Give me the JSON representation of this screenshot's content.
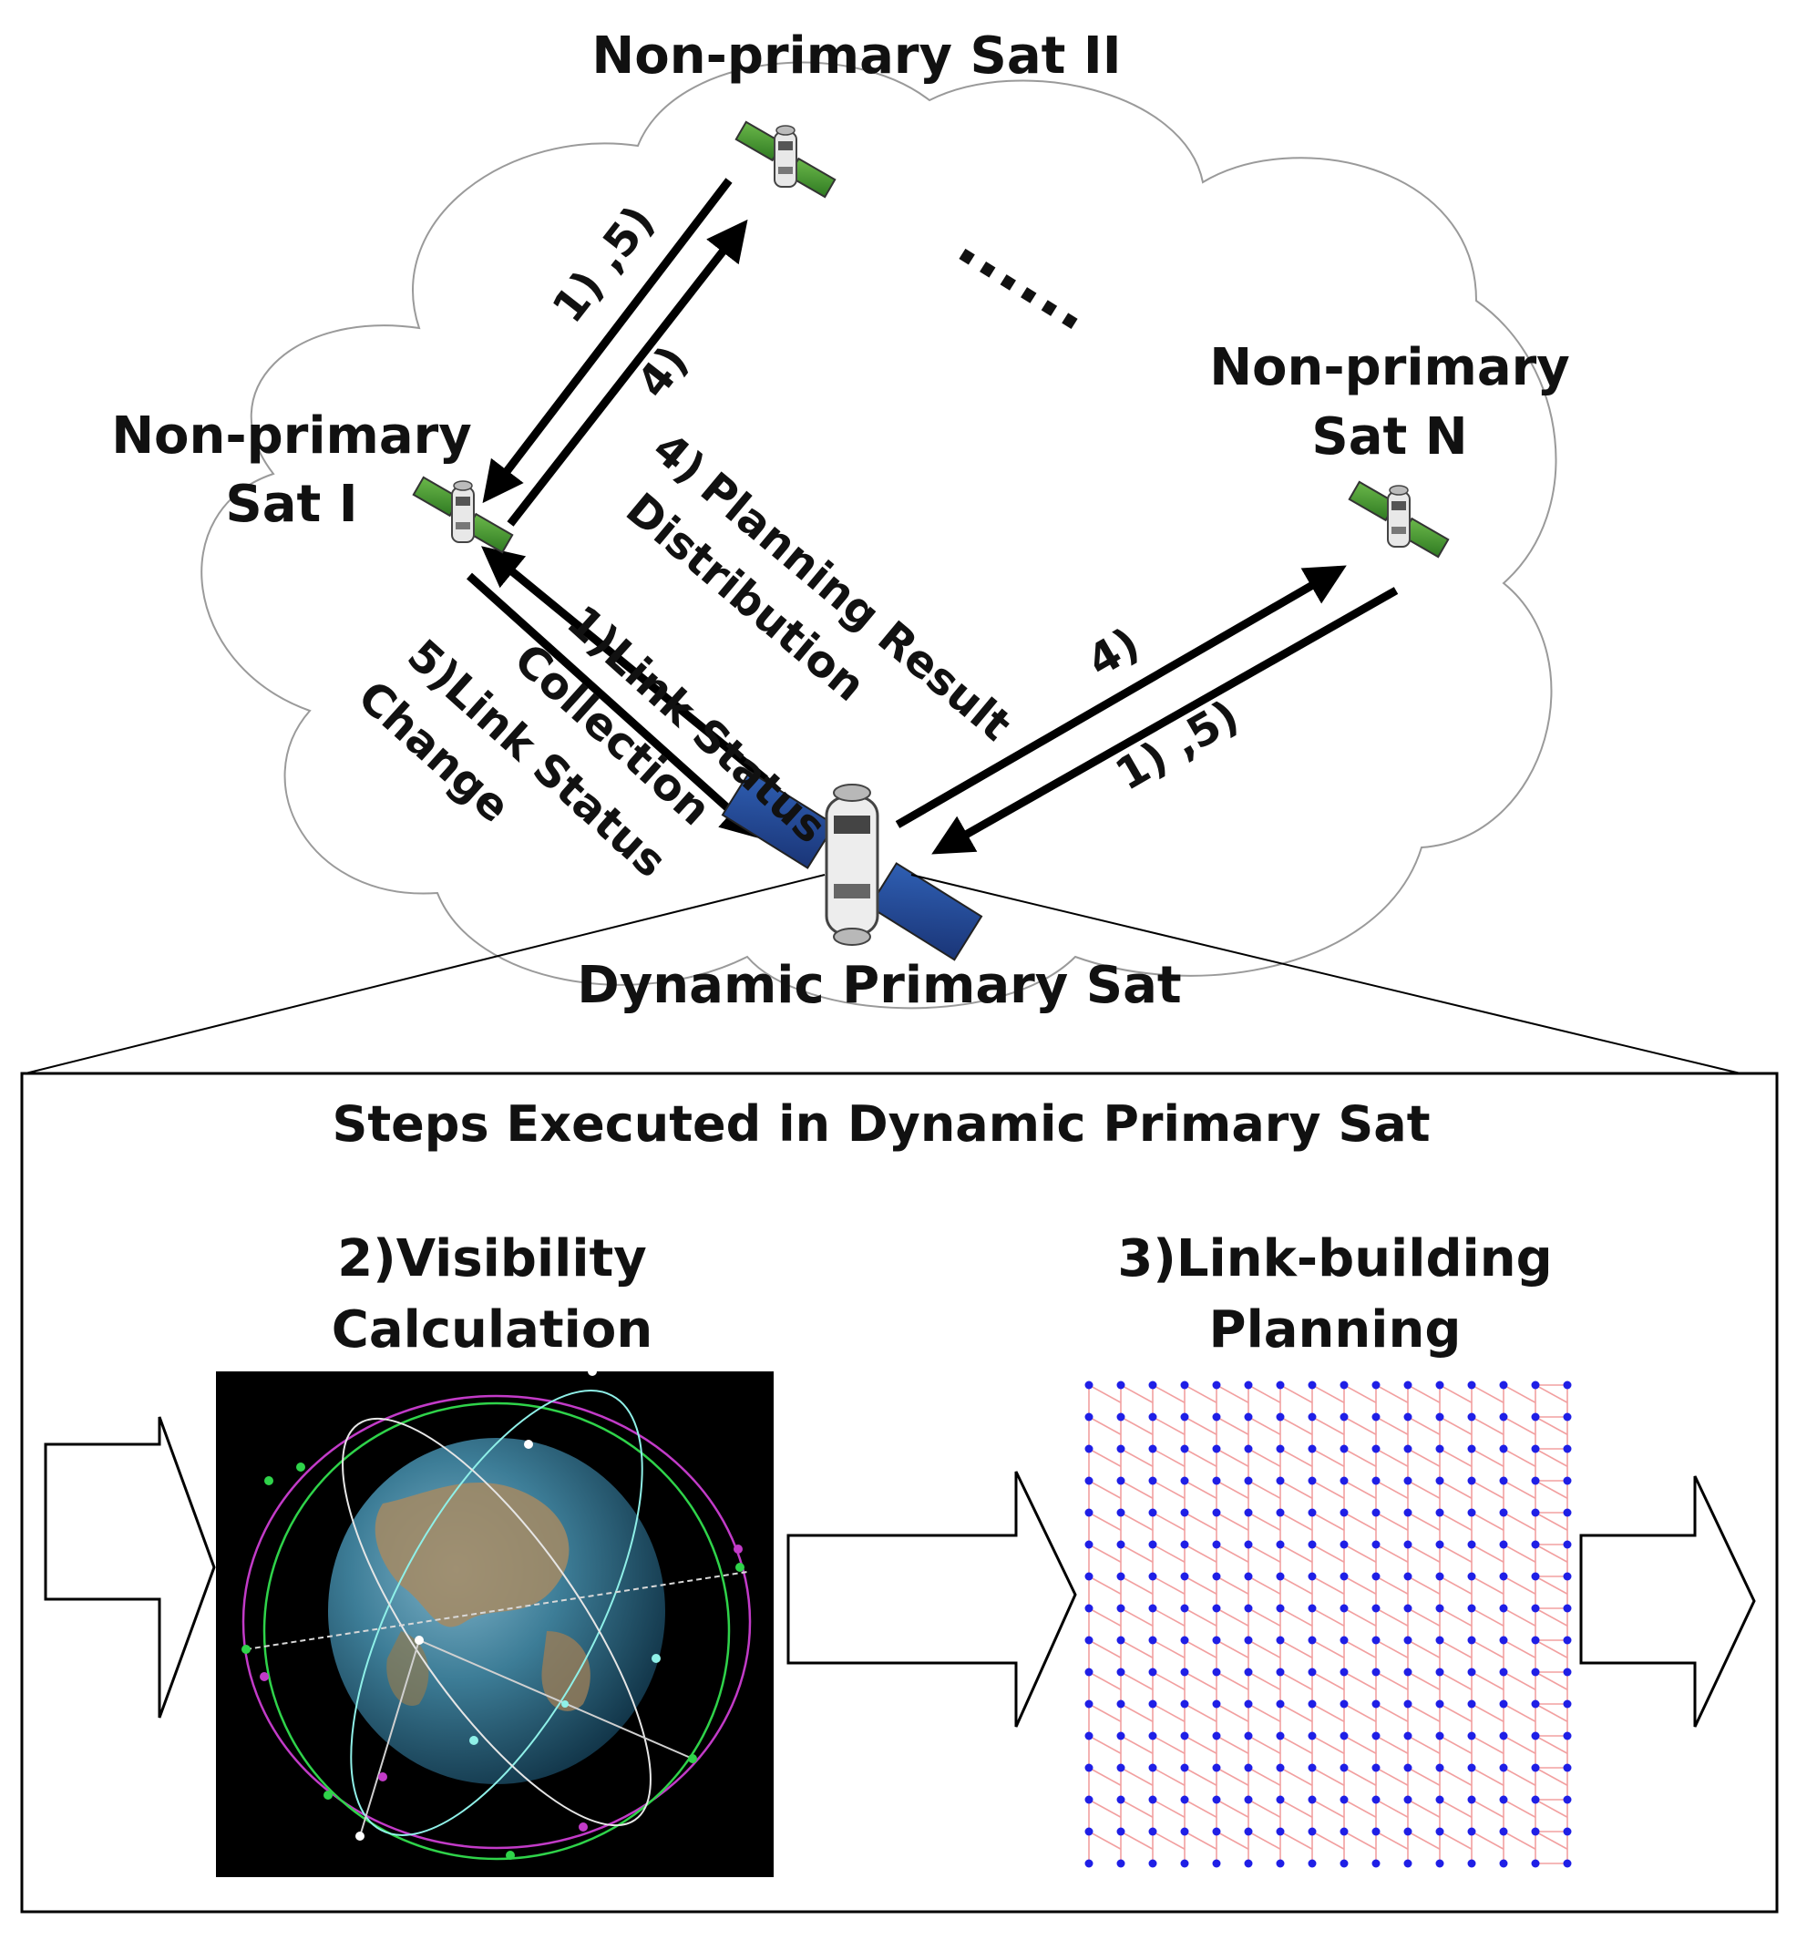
{
  "satellites": {
    "sat_ii": "Non-primary Sat II",
    "sat_i": [
      "Non-primary",
      "Sat I"
    ],
    "sat_n": [
      "Non-primary",
      "Sat N"
    ],
    "primary": "Dynamic Primary Sat"
  },
  "ellipsis": "......",
  "arrow_labels": {
    "i_to_ii_up": "4)",
    "ii_to_i_down": "1) ,5)",
    "primary_to_i": [
      "4)",
      "Planning Result",
      "Distribution"
    ],
    "i_to_primary": [
      "1)Link Status",
      "Collection",
      "5)Link Status",
      "Change"
    ],
    "primary_to_n": "4)",
    "n_to_primary": "1) ,5)"
  },
  "steps": {
    "title": "Steps Executed in Dynamic Primary Sat",
    "visibility": [
      "2)Visibility",
      "Calculation"
    ],
    "link_planning": [
      "3)Link-building",
      "Planning"
    ]
  },
  "colors": {
    "arrow": "#000000",
    "grid_node": "#1f1fe6",
    "grid_link": "#f2a0a0",
    "space": "#000000",
    "panel": "#3d7a9e",
    "orbit_green": "#2fd34a",
    "orbit_magenta": "#c23bc8"
  },
  "icons": [
    "satellite-icon",
    "earth-globe-image",
    "link-grid-image",
    "flow-arrow-icon"
  ]
}
